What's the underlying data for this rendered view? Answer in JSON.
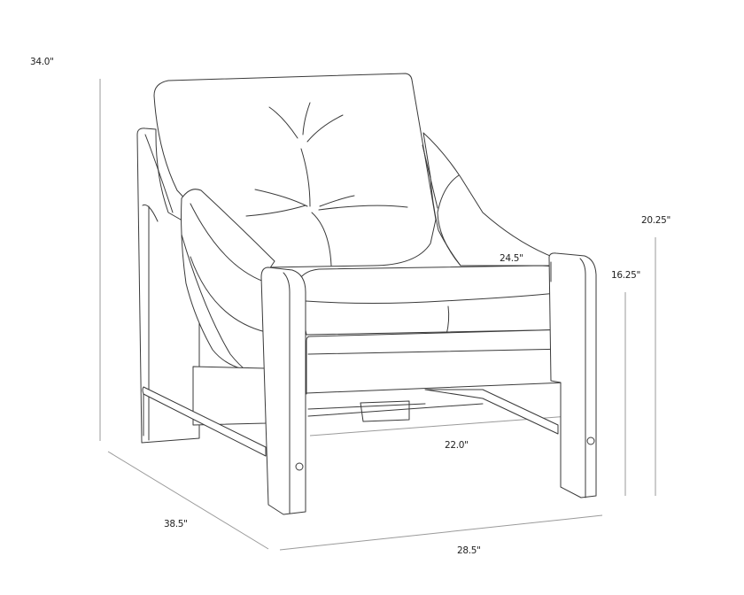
{
  "drawing": {
    "subject": "Lounge chair dimension line drawing",
    "line_color": "#3a3a3a",
    "dimension_line_color": "#9a9a9a",
    "background": "#ffffff"
  },
  "dimensions": {
    "overall_height": "34.0\"",
    "arm_height": "20.25\"",
    "seat_height": "16.25\"",
    "seat_depth": "24.5\"",
    "seat_width": "22.0\"",
    "overall_depth": "38.5\"",
    "overall_width": "28.5\""
  }
}
